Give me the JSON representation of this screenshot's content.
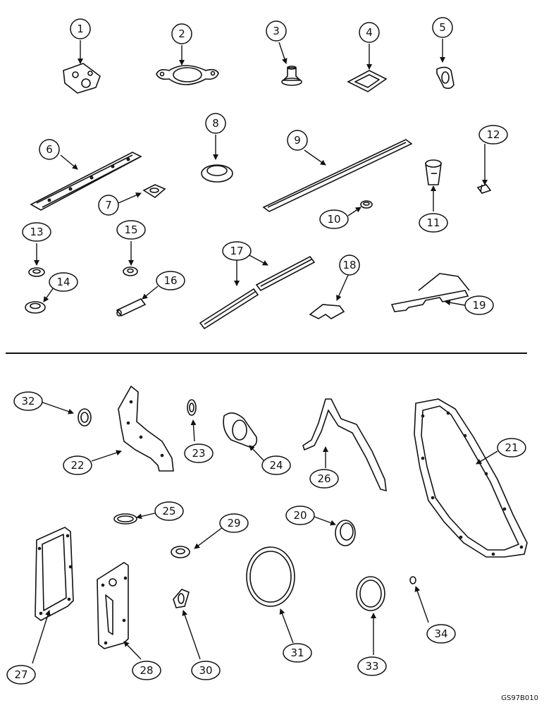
{
  "figure": {
    "code": "GS97B010",
    "callouts": [
      "1",
      "2",
      "3",
      "4",
      "5",
      "6",
      "7",
      "8",
      "9",
      "10",
      "11",
      "12",
      "13",
      "14",
      "15",
      "16",
      "17",
      "18",
      "19",
      "20",
      "21",
      "22",
      "23",
      "24",
      "25",
      "26",
      "27",
      "28",
      "29",
      "30",
      "31",
      "32",
      "33",
      "34"
    ]
  }
}
